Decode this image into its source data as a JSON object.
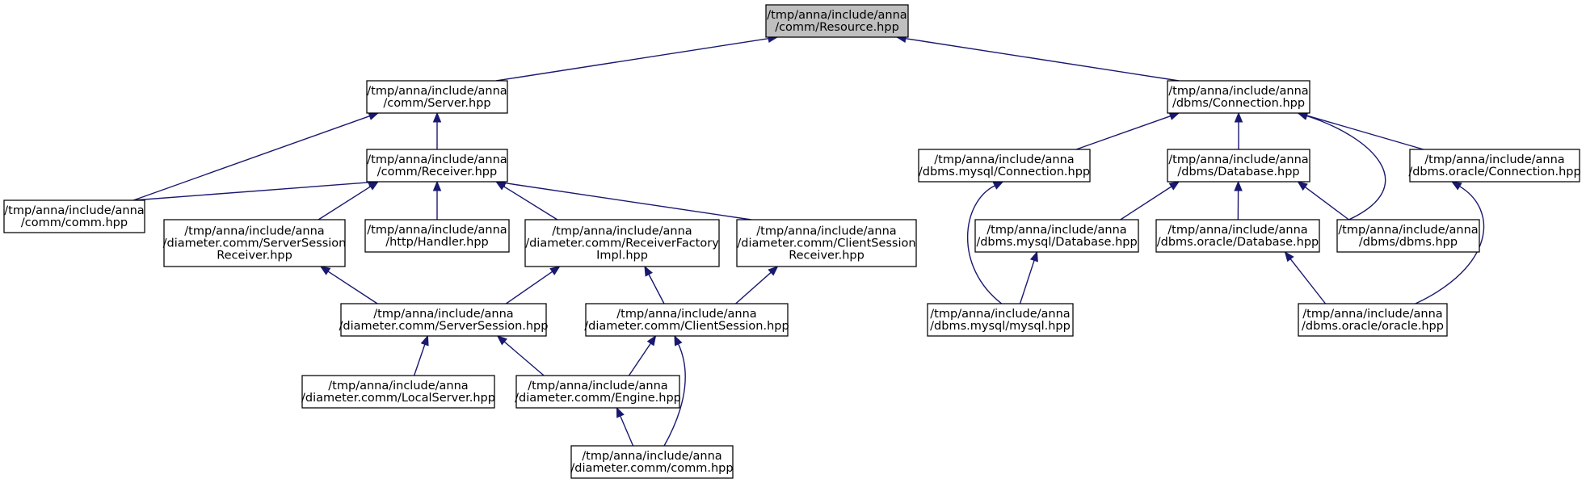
{
  "diagram": {
    "type": "include-dependency-graph",
    "colors": {
      "edge": "#191970",
      "root_fill": "#bfbfbf",
      "node_fill": "#ffffff",
      "border": "#000000"
    },
    "nodes": [
      {
        "id": "resource",
        "root": true,
        "lines": [
          "/tmp/anna/include/anna",
          "/comm/Resource.hpp"
        ]
      },
      {
        "id": "server",
        "lines": [
          "/tmp/anna/include/anna",
          "/comm/Server.hpp"
        ]
      },
      {
        "id": "dbms_connection",
        "lines": [
          "/tmp/anna/include/anna",
          "/dbms/Connection.hpp"
        ]
      },
      {
        "id": "receiver",
        "lines": [
          "/tmp/anna/include/anna",
          "/comm/Receiver.hpp"
        ]
      },
      {
        "id": "mysql_connection",
        "lines": [
          "/tmp/anna/include/anna",
          "/dbms.mysql/Connection.hpp"
        ]
      },
      {
        "id": "dbms_database",
        "lines": [
          "/tmp/anna/include/anna",
          "/dbms/Database.hpp"
        ]
      },
      {
        "id": "oracle_connection",
        "lines": [
          "/tmp/anna/include/anna",
          "/dbms.oracle/Connection.hpp"
        ]
      },
      {
        "id": "comm_comm",
        "lines": [
          "/tmp/anna/include/anna",
          "/comm/comm.hpp"
        ]
      },
      {
        "id": "server_session_receiver",
        "lines": [
          "/tmp/anna/include/anna",
          "/diameter.comm/ServerSession",
          "Receiver.hpp"
        ]
      },
      {
        "id": "http_handler",
        "lines": [
          "/tmp/anna/include/anna",
          "/http/Handler.hpp"
        ]
      },
      {
        "id": "receiver_factory_impl",
        "lines": [
          "/tmp/anna/include/anna",
          "/diameter.comm/ReceiverFactory",
          "Impl.hpp"
        ]
      },
      {
        "id": "client_session_receiver",
        "lines": [
          "/tmp/anna/include/anna",
          "/diameter.comm/ClientSession",
          "Receiver.hpp"
        ]
      },
      {
        "id": "mysql_database",
        "lines": [
          "/tmp/anna/include/anna",
          "/dbms.mysql/Database.hpp"
        ]
      },
      {
        "id": "oracle_database",
        "lines": [
          "/tmp/anna/include/anna",
          "/dbms.oracle/Database.hpp"
        ]
      },
      {
        "id": "dbms_dbms",
        "lines": [
          "/tmp/anna/include/anna",
          "/dbms/dbms.hpp"
        ]
      },
      {
        "id": "server_session",
        "lines": [
          "/tmp/anna/include/anna",
          "/diameter.comm/ServerSession.hpp"
        ]
      },
      {
        "id": "client_session",
        "lines": [
          "/tmp/anna/include/anna",
          "/diameter.comm/ClientSession.hpp"
        ]
      },
      {
        "id": "mysql_mysql",
        "lines": [
          "/tmp/anna/include/anna",
          "/dbms.mysql/mysql.hpp"
        ]
      },
      {
        "id": "oracle_oracle",
        "lines": [
          "/tmp/anna/include/anna",
          "/dbms.oracle/oracle.hpp"
        ]
      },
      {
        "id": "local_server",
        "lines": [
          "/tmp/anna/include/anna",
          "/diameter.comm/LocalServer.hpp"
        ]
      },
      {
        "id": "engine",
        "lines": [
          "/tmp/anna/include/anna",
          "/diameter.comm/Engine.hpp"
        ]
      },
      {
        "id": "diameter_comm",
        "lines": [
          "/tmp/anna/include/anna",
          "/diameter.comm/comm.hpp"
        ]
      }
    ],
    "edges": [
      {
        "from": "server",
        "to": "resource"
      },
      {
        "from": "dbms_connection",
        "to": "resource"
      },
      {
        "from": "comm_comm",
        "to": "server"
      },
      {
        "from": "receiver",
        "to": "server"
      },
      {
        "from": "comm_comm",
        "to": "receiver"
      },
      {
        "from": "server_session_receiver",
        "to": "receiver"
      },
      {
        "from": "http_handler",
        "to": "receiver"
      },
      {
        "from": "receiver_factory_impl",
        "to": "receiver"
      },
      {
        "from": "client_session_receiver",
        "to": "receiver"
      },
      {
        "from": "server_session",
        "to": "server_session_receiver"
      },
      {
        "from": "server_session",
        "to": "receiver_factory_impl"
      },
      {
        "from": "client_session",
        "to": "receiver_factory_impl"
      },
      {
        "from": "client_session",
        "to": "client_session_receiver"
      },
      {
        "from": "local_server",
        "to": "server_session"
      },
      {
        "from": "engine",
        "to": "server_session"
      },
      {
        "from": "engine",
        "to": "client_session"
      },
      {
        "from": "diameter_comm",
        "to": "client_session"
      },
      {
        "from": "diameter_comm",
        "to": "engine"
      },
      {
        "from": "mysql_connection",
        "to": "dbms_connection"
      },
      {
        "from": "dbms_database",
        "to": "dbms_connection"
      },
      {
        "from": "dbms_dbms",
        "to": "dbms_connection"
      },
      {
        "from": "oracle_connection",
        "to": "dbms_connection"
      },
      {
        "from": "mysql_mysql",
        "to": "mysql_connection"
      },
      {
        "from": "mysql_database",
        "to": "dbms_database"
      },
      {
        "from": "oracle_database",
        "to": "dbms_database"
      },
      {
        "from": "dbms_dbms",
        "to": "dbms_database"
      },
      {
        "from": "mysql_mysql",
        "to": "mysql_database"
      },
      {
        "from": "oracle_oracle",
        "to": "oracle_database"
      },
      {
        "from": "oracle_oracle",
        "to": "oracle_connection"
      }
    ]
  }
}
